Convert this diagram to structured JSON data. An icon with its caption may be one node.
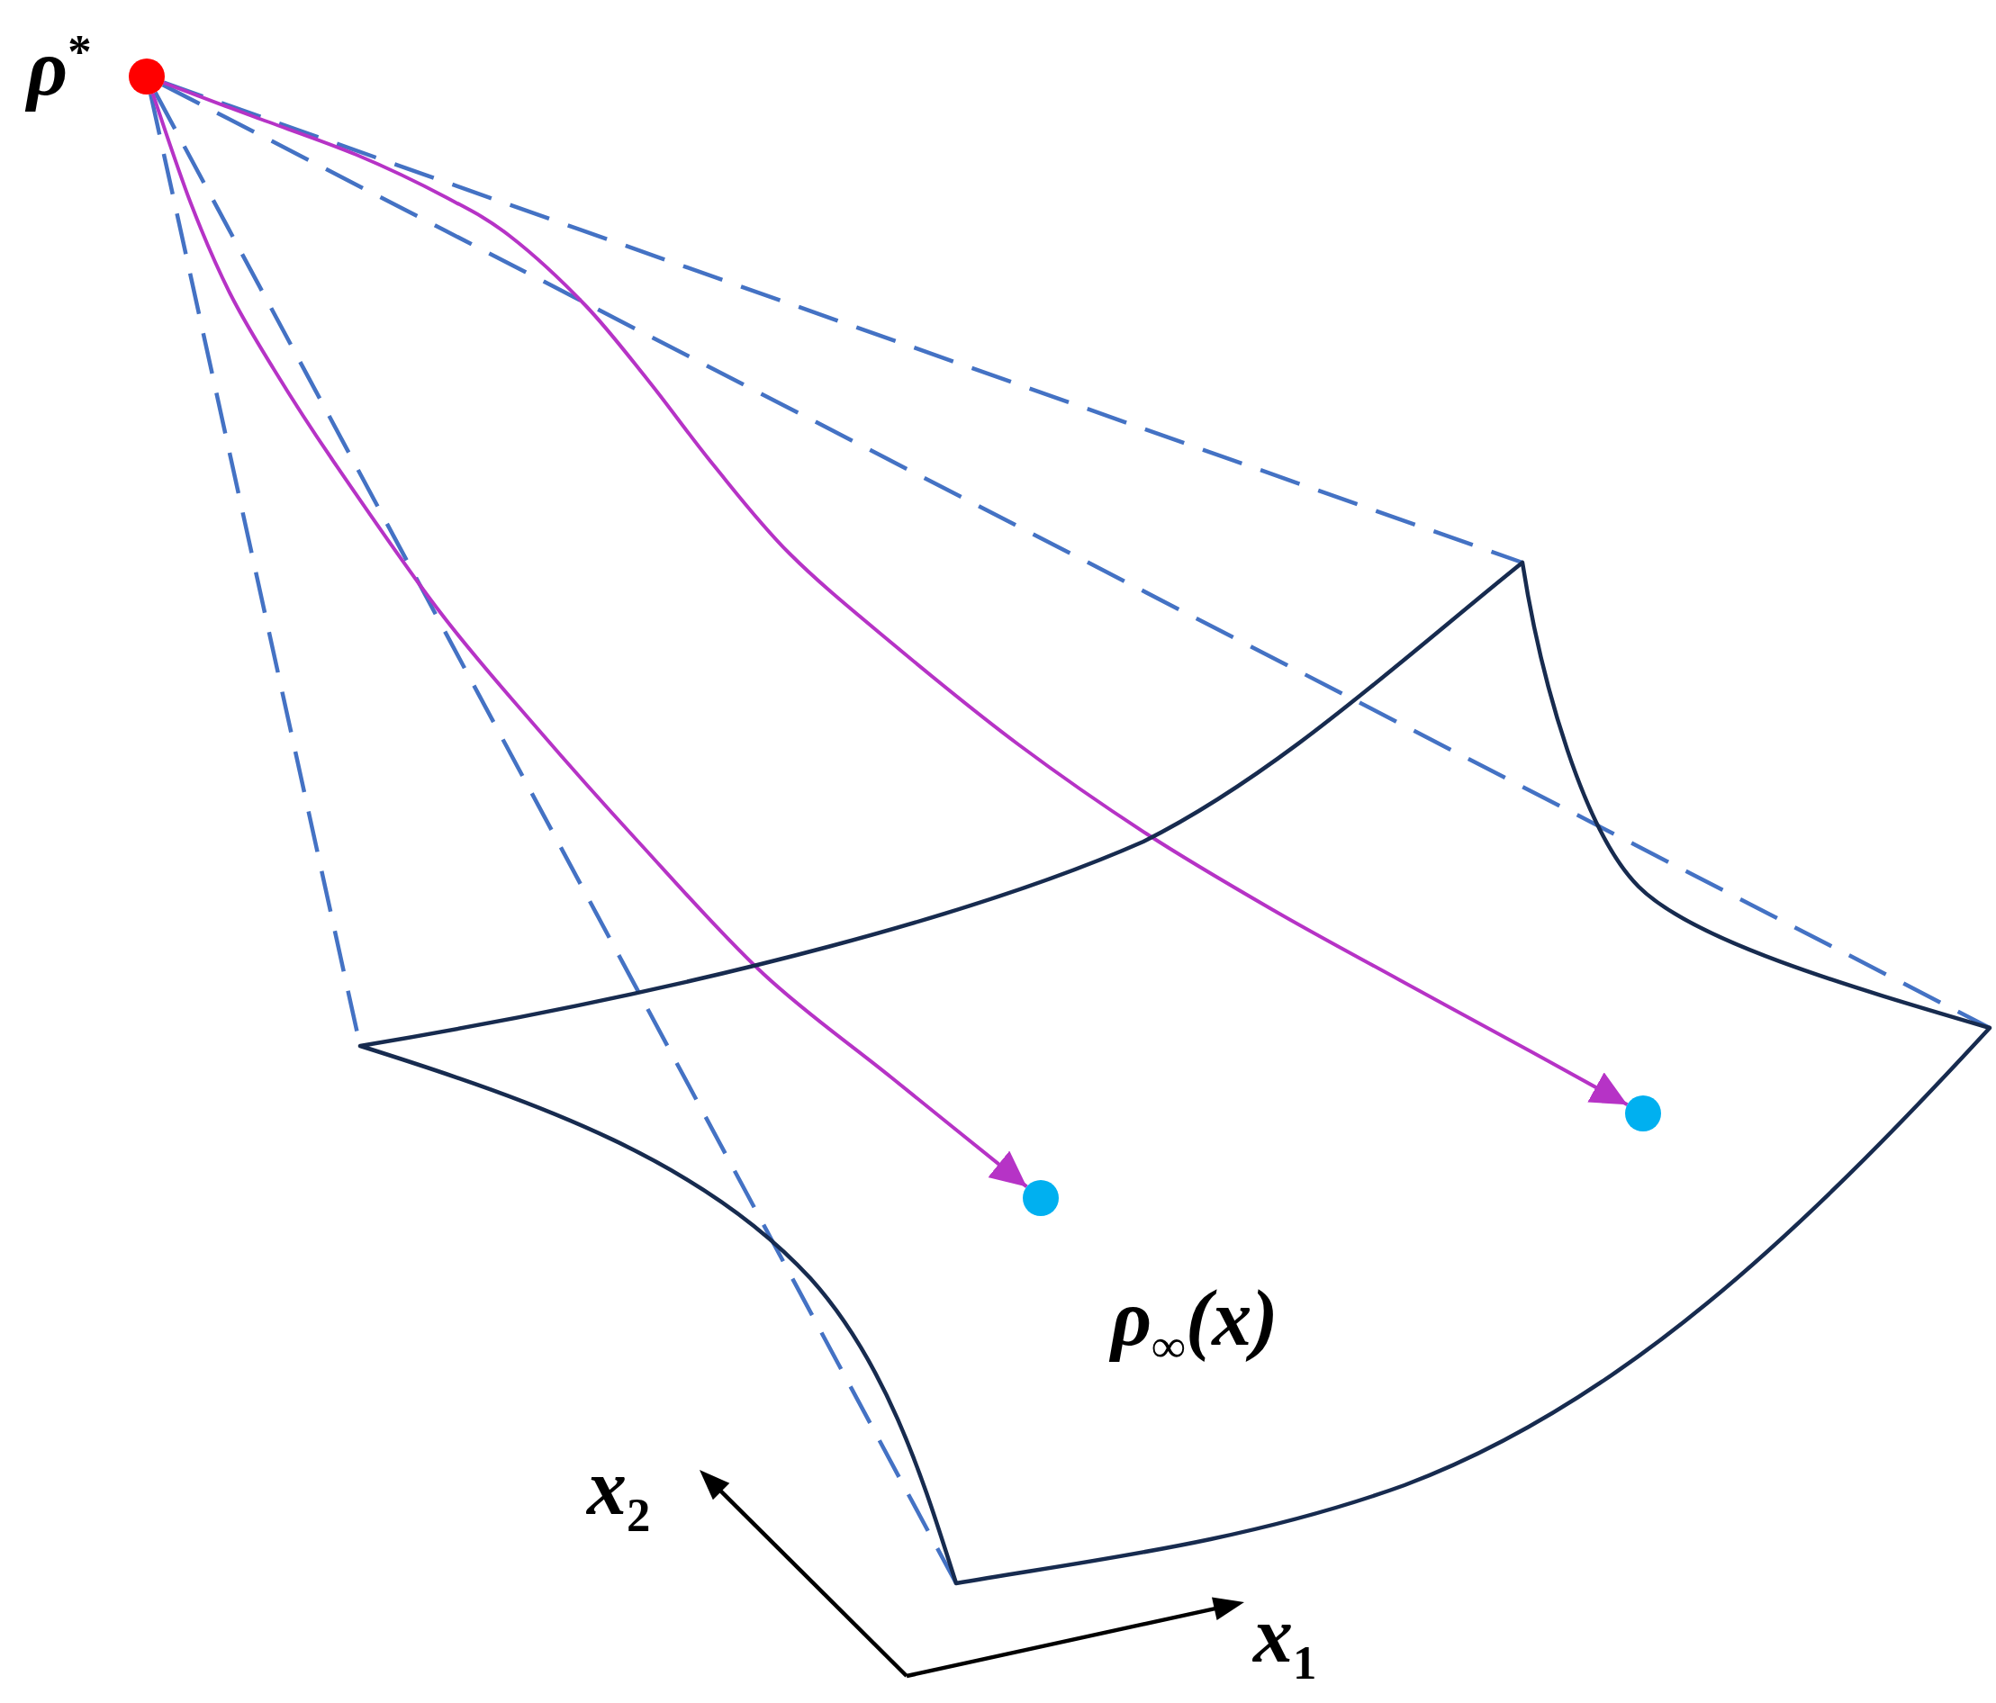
{
  "diagram": {
    "nodes": [
      {
        "text": [],
        "shape": "circle",
        "beside": [
          "ρ$^{*}$"
        ]
      },
      {
        "text": [
          "ρ$_{∞}$(x)"
        ]
      },
      {
        "text": [],
        "shape": "circle",
        "in": 1
      },
      {
        "text": [],
        "shape": "circle",
        "in": 1
      }
    ],
    "edges": [
      {
        "from": 0,
        "to": 1,
        "arrow": "none",
        "style": "dashed"
      },
      {
        "from": 0,
        "to": 1,
        "arrow": "none",
        "style": "dashed"
      },
      {
        "from": 0,
        "to": 1,
        "arrow": "none",
        "style": "dashed"
      },
      {
        "from": 0,
        "to": 1,
        "arrow": "none",
        "style": "dashed"
      },
      {
        "from": 0,
        "to": 2,
        "arrow": "to",
        "color": "#b633c6"
      },
      {
        "from": 0,
        "to": 3,
        "arrow": "to",
        "color": "#b633c6"
      }
    ],
    "labels": [
      "x$_{2}$",
      "x$_{1}$"
    ]
  }
}
